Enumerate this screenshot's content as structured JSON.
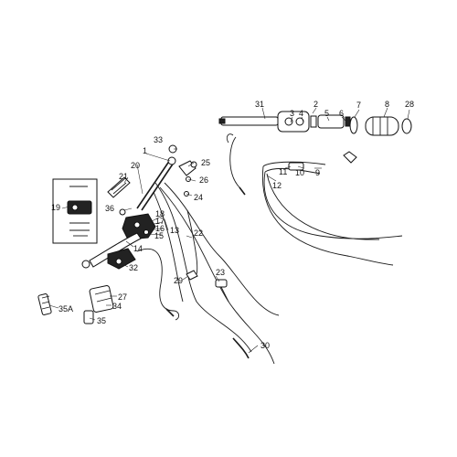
{
  "labels": {
    "l1": "1",
    "l2": "2",
    "l3": "3",
    "l4": "4",
    "l5": "5",
    "l6": "6",
    "l7": "7",
    "l8": "8",
    "l9": "9",
    "l10": "10",
    "l11": "11",
    "l12": "12",
    "l13": "13",
    "l14": "14",
    "l15": "15",
    "l16": "16",
    "l17": "17",
    "l18": "18",
    "l19": "19",
    "l20": "20",
    "l21": "21",
    "l22": "22",
    "l23": "23",
    "l24": "24",
    "l25": "25",
    "l26": "26",
    "l27": "27",
    "l28": "28",
    "l29": "29",
    "l30": "30",
    "l31": "31",
    "l32": "32",
    "l33": "33",
    "l34": "34",
    "l35": "35",
    "l35a": "35A",
    "l36": "36"
  }
}
